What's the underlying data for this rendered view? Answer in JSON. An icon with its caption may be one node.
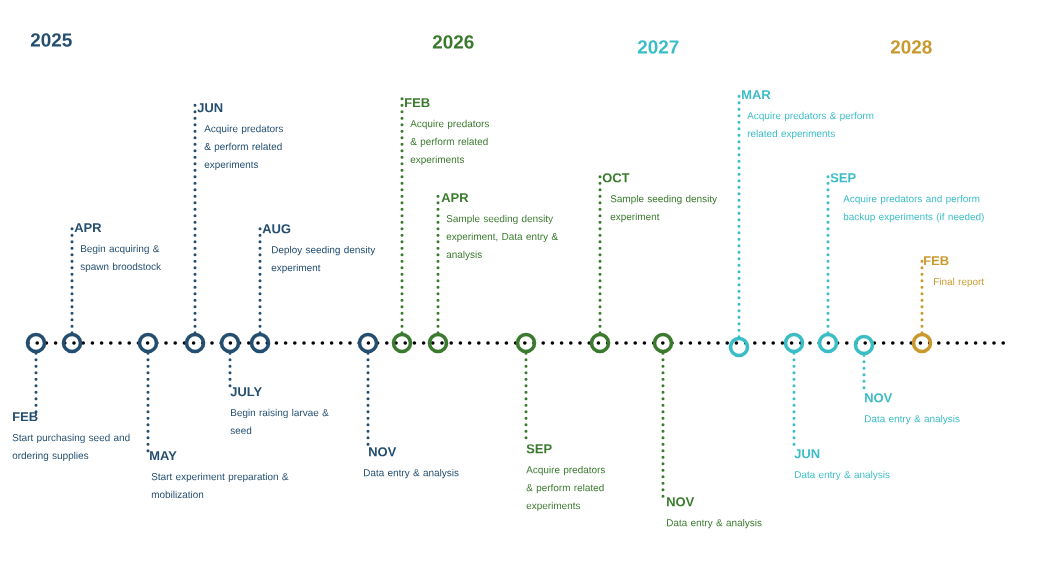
{
  "diagram": {
    "nodes": [
      {
        "text": [],
        "shape": "circle"
      },
      {
        "text": [],
        "shape": "circle"
      },
      {
        "text": [],
        "shape": "circle"
      },
      {
        "text": [],
        "shape": "circle"
      },
      {
        "text": [],
        "shape": "circle"
      },
      {
        "text": [],
        "shape": "circle"
      },
      {
        "text": [],
        "shape": "circle"
      },
      {
        "text": [],
        "shape": "circle"
      },
      {
        "text": [],
        "shape": "circle"
      },
      {
        "text": [],
        "shape": "circle"
      },
      {
        "text": [],
        "shape": "circle"
      },
      {
        "text": [],
        "shape": "circle"
      },
      {
        "text": [],
        "shape": "circle"
      },
      {
        "text": [],
        "shape": "circle"
      },
      {
        "text": [],
        "shape": "circle"
      },
      {
        "text": [],
        "shape": "circle"
      },
      {
        "text": [],
        "shape": "circle"
      },
      {
        "text": [
          "FEB",
          "Start purchasing seed and ordering supplies"
        ]
      },
      {
        "text": [
          "APR",
          "Begin acquiring & spawn broodstock"
        ]
      },
      {
        "text": [
          "MAY",
          "Start experiment preparation & mobilization"
        ]
      },
      {
        "text": [
          "JUN",
          "Acquire predators & perform related experiments"
        ]
      },
      {
        "text": [
          "JULY",
          "Begin raising larvae & seed"
        ]
      },
      {
        "text": [
          "AUG",
          "Deploy seeding density experiment"
        ]
      },
      {
        "text": [
          "NOV",
          "Data entry & analysis"
        ]
      },
      {
        "text": [
          "FEB",
          "Acquire predators & perform related experiments"
        ]
      },
      {
        "text": [
          "APR",
          "Sample seeding density experiment, Data entry & analysis"
        ]
      },
      {
        "text": [
          "SEP",
          "Acquire predators & perform related experiments"
        ]
      },
      {
        "text": [
          "OCT",
          "Sample seeding density experiment"
        ]
      },
      {
        "text": [
          "NOV",
          "Data entry & analysis"
        ]
      },
      {
        "text": [
          "MAR",
          "Acquire predators & perform related experiments"
        ]
      },
      {
        "text": [
          "JUN",
          "Data entry & analysis"
        ]
      },
      {
        "text": [
          "SEP",
          "Acquire predators and perform backup experiments (if needed)"
        ]
      },
      {
        "text": [
          "NOV",
          "Data entry & analysis"
        ]
      },
      {
        "text": [
          "FEB",
          "Final report"
        ]
      }
    ],
    "edges": [
      {
        "from": 0,
        "to": 17,
        "arrow": "none",
        "color": "#234e70"
      },
      {
        "from": 1,
        "to": 18,
        "arrow": "none",
        "color": "#234e70"
      },
      {
        "from": 2,
        "to": 19,
        "arrow": "none",
        "color": "#234e70"
      },
      {
        "from": 3,
        "to": 20,
        "arrow": "none",
        "color": "#234e70"
      },
      {
        "from": 4,
        "to": 21,
        "arrow": "none",
        "color": "#234e70"
      },
      {
        "from": 5,
        "to": 22,
        "arrow": "none",
        "color": "#234e70"
      },
      {
        "from": 6,
        "to": 23,
        "arrow": "none",
        "color": "#234e70"
      },
      {
        "from": 7,
        "to": 24,
        "arrow": "none",
        "color": "#3a7a2e"
      },
      {
        "from": 8,
        "to": 25,
        "arrow": "none",
        "color": "#3a7a2e"
      },
      {
        "from": 9,
        "to": 26,
        "arrow": "none",
        "color": "#3a7a2e"
      },
      {
        "from": 10,
        "to": 27,
        "arrow": "none",
        "color": "#3a7a2e"
      },
      {
        "from": 11,
        "to": 28,
        "arrow": "none",
        "color": "#3a7a2e"
      },
      {
        "from": 12,
        "to": 29,
        "arrow": "none",
        "color": "#3bbdc6"
      },
      {
        "from": 13,
        "to": 30,
        "arrow": "none",
        "color": "#3bbdc6"
      },
      {
        "from": 14,
        "to": 31,
        "arrow": "none",
        "color": "#3bbdc6"
      },
      {
        "from": 15,
        "to": 32,
        "arrow": "none",
        "color": "#3bbdc6"
      },
      {
        "from": 16,
        "to": 33,
        "arrow": "none",
        "color": "#c9992e"
      }
    ],
    "labels": [
      "2025",
      "2026",
      "2027",
      "2028"
    ]
  }
}
